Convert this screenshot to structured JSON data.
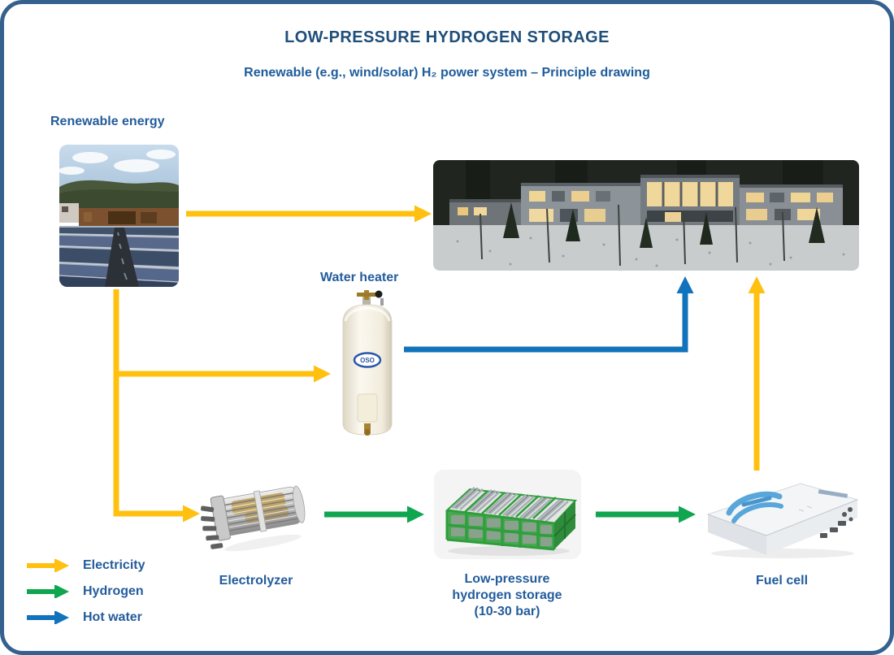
{
  "title": "LOW-PRESSURE HYDROGEN STORAGE",
  "subtitle": "Renewable (e.g., wind/solar) H₂ power system – Principle drawing",
  "colors": {
    "electricity": "#FFC010",
    "hydrogen": "#0FA64F",
    "hot_water": "#1173BC",
    "title_text": "#1F4E79",
    "subtitle_text": "#1E5C9B",
    "label_text": "#235C9C",
    "border": "#35618F"
  },
  "nodes": {
    "renewable_energy": {
      "label": "Renewable energy"
    },
    "house": {
      "label": ""
    },
    "water_heater": {
      "label": "Water heater",
      "logo": "OSO"
    },
    "electrolyzer": {
      "label": "Electrolyzer"
    },
    "hydrogen_storage": {
      "label": "Low-pressure\nhydrogen storage\n(10-30 bar)"
    },
    "fuel_cell": {
      "label": "Fuel cell"
    }
  },
  "flows": [
    {
      "from": "renewable_energy",
      "to": "house",
      "type": "electricity"
    },
    {
      "from": "renewable_energy",
      "to": "water_heater",
      "type": "electricity"
    },
    {
      "from": "renewable_energy",
      "to": "electrolyzer",
      "type": "electricity"
    },
    {
      "from": "water_heater",
      "to": "house",
      "type": "hot_water"
    },
    {
      "from": "electrolyzer",
      "to": "hydrogen_storage",
      "type": "hydrogen"
    },
    {
      "from": "hydrogen_storage",
      "to": "fuel_cell",
      "type": "hydrogen"
    },
    {
      "from": "fuel_cell",
      "to": "house",
      "type": "electricity"
    }
  ],
  "legend": {
    "items": [
      {
        "label": "Electricity",
        "color": "#FFC010"
      },
      {
        "label": "Hydrogen",
        "color": "#0FA64F"
      },
      {
        "label": "Hot water",
        "color": "#1173BC"
      }
    ]
  }
}
